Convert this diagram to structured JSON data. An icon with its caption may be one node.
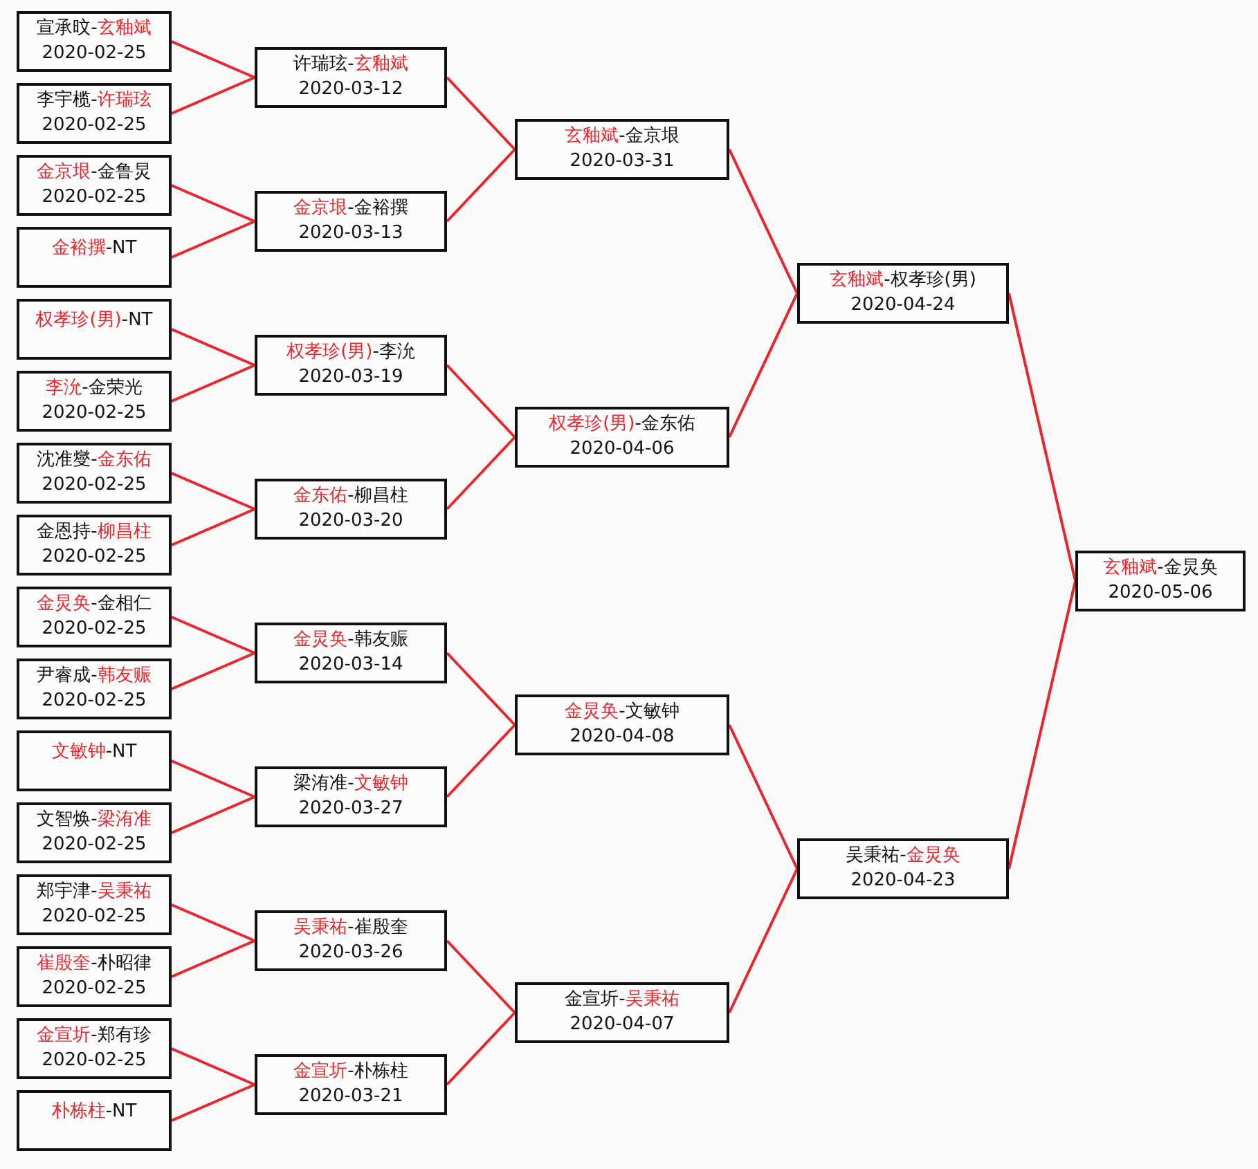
{
  "diagram": {
    "nodes": [
      {
        "text": [
          "宣承旼-**玄釉斌**",
          "2020-02-25"
        ]
      },
      {
        "text": [
          "李宇榄-**许瑞玹**",
          "2020-02-25"
        ]
      },
      {
        "text": [
          "**金京垠**-金鲁炅",
          "2020-02-25"
        ]
      },
      {
        "text": [
          "**金裕撰**-NT"
        ]
      },
      {
        "text": [
          "**权孝珍(男)**-NT"
        ]
      },
      {
        "text": [
          "**李沇**-金荣光",
          "2020-02-25"
        ]
      },
      {
        "text": [
          "沈准燮-**金东佑**",
          "2020-02-25"
        ]
      },
      {
        "text": [
          "金恩持-**柳昌柱**",
          "2020-02-25"
        ]
      },
      {
        "text": [
          "**金炅奂**-金相仁",
          "2020-02-25"
        ]
      },
      {
        "text": [
          "尹睿成-**韩友赈**",
          "2020-02-25"
        ]
      },
      {
        "text": [
          "**文敏钟**-NT"
        ]
      },
      {
        "text": [
          "文智焕-**梁洧准**",
          "2020-02-25"
        ]
      },
      {
        "text": [
          "郑宇津-**吴秉祐**",
          "2020-02-25"
        ]
      },
      {
        "text": [
          "**崔殷奎**-朴昭律",
          "2020-02-25"
        ]
      },
      {
        "text": [
          "**金宣圻**-郑有珍",
          "2020-02-25"
        ]
      },
      {
        "text": [
          "**朴栋柱**-NT"
        ]
      },
      {
        "text": [
          "许瑞玹-**玄釉斌**",
          "2020-03-12"
        ]
      },
      {
        "text": [
          "**金京垠**-金裕撰",
          "2020-03-13"
        ]
      },
      {
        "text": [
          "**权孝珍(男)**-李沇",
          "2020-03-19"
        ]
      },
      {
        "text": [
          "**金东佑**-柳昌柱",
          "2020-03-20"
        ]
      },
      {
        "text": [
          "**金炅奂**-韩友赈",
          "2020-03-14"
        ]
      },
      {
        "text": [
          "梁洧准-**文敏钟**",
          "2020-03-27"
        ]
      },
      {
        "text": [
          "**吴秉祐**-崔殷奎",
          "2020-03-26"
        ]
      },
      {
        "text": [
          "**金宣圻**-朴栋柱",
          "2020-03-21"
        ]
      },
      {
        "text": [
          "**玄釉斌**-金京垠",
          "2020-03-31"
        ]
      },
      {
        "text": [
          "**权孝珍(男)**-金东佑",
          "2020-04-06"
        ]
      },
      {
        "text": [
          "**金炅奂**-文敏钟",
          "2020-04-08"
        ]
      },
      {
        "text": [
          "金宣圻-**吴秉祐**",
          "2020-04-07"
        ]
      },
      {
        "text": [
          "**玄釉斌**-权孝珍(男)",
          "2020-04-24"
        ]
      },
      {
        "text": [
          "吴秉祐-**金炅奂**",
          "2020-04-23"
        ]
      },
      {
        "text": [
          "**玄釉斌**-金炅奂",
          "2020-05-06"
        ]
      }
    ],
    "edges": [
      {
        "from": 0,
        "to": 16,
        "arrow": "none"
      },
      {
        "from": 1,
        "to": 16,
        "arrow": "none"
      },
      {
        "from": 2,
        "to": 17,
        "arrow": "none"
      },
      {
        "from": 3,
        "to": 17,
        "arrow": "none"
      },
      {
        "from": 4,
        "to": 18,
        "arrow": "none"
      },
      {
        "from": 5,
        "to": 18,
        "arrow": "none"
      },
      {
        "from": 6,
        "to": 19,
        "arrow": "none"
      },
      {
        "from": 7,
        "to": 19,
        "arrow": "none"
      },
      {
        "from": 8,
        "to": 20,
        "arrow": "none"
      },
      {
        "from": 9,
        "to": 20,
        "arrow": "none"
      },
      {
        "from": 10,
        "to": 21,
        "arrow": "none"
      },
      {
        "from": 11,
        "to": 21,
        "arrow": "none"
      },
      {
        "from": 12,
        "to": 22,
        "arrow": "none"
      },
      {
        "from": 13,
        "to": 22,
        "arrow": "none"
      },
      {
        "from": 14,
        "to": 23,
        "arrow": "none"
      },
      {
        "from": 15,
        "to": 23,
        "arrow": "none"
      },
      {
        "from": 16,
        "to": 24,
        "arrow": "none"
      },
      {
        "from": 17,
        "to": 24,
        "arrow": "none"
      },
      {
        "from": 18,
        "to": 25,
        "arrow": "none"
      },
      {
        "from": 19,
        "to": 25,
        "arrow": "none"
      },
      {
        "from": 20,
        "to": 26,
        "arrow": "none"
      },
      {
        "from": 21,
        "to": 26,
        "arrow": "none"
      },
      {
        "from": 22,
        "to": 27,
        "arrow": "none"
      },
      {
        "from": 23,
        "to": 27,
        "arrow": "none"
      },
      {
        "from": 24,
        "to": 28,
        "arrow": "none"
      },
      {
        "from": 25,
        "to": 28,
        "arrow": "none"
      },
      {
        "from": 26,
        "to": 29,
        "arrow": "none"
      },
      {
        "from": 27,
        "to": 29,
        "arrow": "none"
      },
      {
        "from": 28,
        "to": 30,
        "arrow": "none"
      },
      {
        "from": 29,
        "to": 30,
        "arrow": "none"
      }
    ]
  }
}
